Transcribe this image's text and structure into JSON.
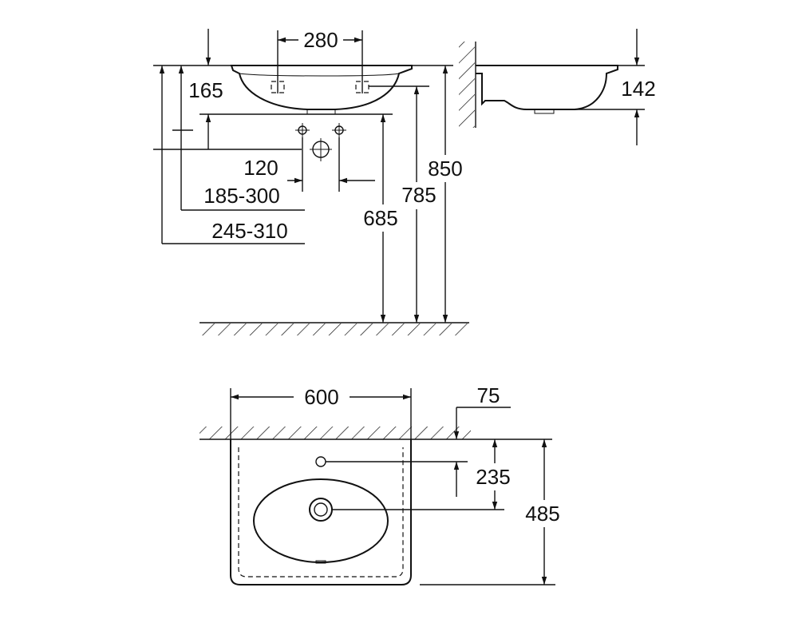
{
  "front_view": {
    "tap_hole_spacing": "280",
    "rim_to_waste": "165",
    "waste_offset": "120",
    "supply_height_range": "185-300",
    "waste_height_range": "245-310",
    "floor_to_waste": "685",
    "floor_to_bowl": "785",
    "floor_to_rim": "850"
  },
  "side_view": {
    "basin_depth": "142"
  },
  "top_view": {
    "width": "600",
    "wall_gap": "75",
    "wall_to_drain": "235",
    "projection": "485"
  }
}
